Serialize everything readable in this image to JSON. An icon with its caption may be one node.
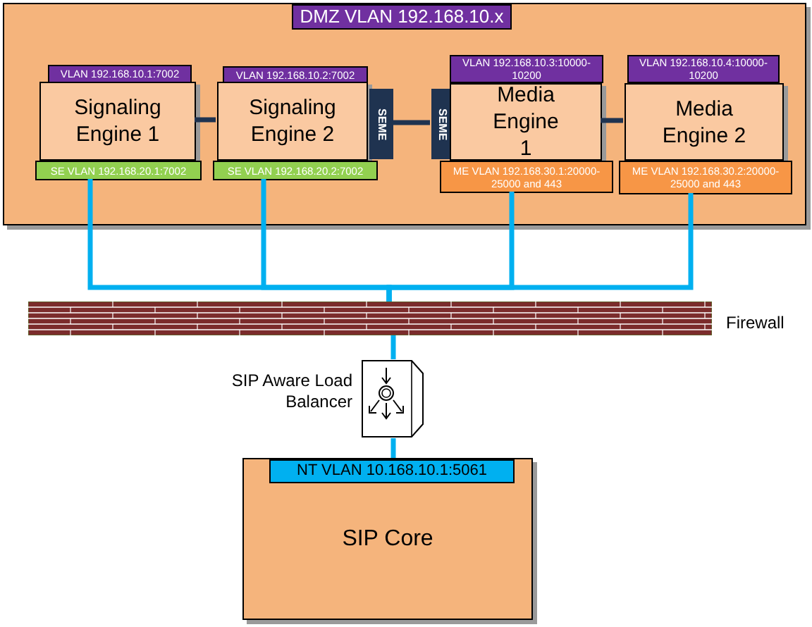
{
  "diagram": {
    "nodes": [
      {
        "text": [],
        "shape": "box"
      },
      {
        "text": [
          "DMZ VLAN 192.168.10.x"
        ],
        "in": 0
      },
      {
        "text": [
          "VLAN 192.168.10.1:7002"
        ],
        "in": 0
      },
      {
        "text": [
          "Signaling Engine 1"
        ],
        "in": 0
      },
      {
        "text": [
          "SE VLAN 192.168.20.1:7002"
        ],
        "in": 0
      },
      {
        "text": [
          "VLAN 192.168.10.2:7002"
        ],
        "in": 0
      },
      {
        "text": [
          "Signaling Engine 2"
        ],
        "in": 0
      },
      {
        "text": [
          "SE VLAN 192.168.20.2:7002"
        ],
        "in": 0
      },
      {
        "text": [
          "SEME"
        ],
        "in": 0
      },
      {
        "text": [
          "SEME"
        ],
        "in": 0
      },
      {
        "text": [
          "VLAN 192.168.10.3:10000-10200"
        ],
        "in": 0
      },
      {
        "text": [
          "Media Engine 1"
        ],
        "in": 0
      },
      {
        "text": [
          "ME VLAN 192.168.30.1:20000-25000 and 443"
        ],
        "in": 0
      },
      {
        "text": [
          "VLAN 192.168.10.4:10000-10200"
        ],
        "in": 0
      },
      {
        "text": [
          "Media Engine 2"
        ],
        "in": 0
      },
      {
        "text": [
          "ME VLAN 192.168.30.2:20000-25000 and 443"
        ],
        "in": 0
      },
      {
        "text": [],
        "shape": "bar",
        "beside": [
          "Firewall"
        ]
      },
      {
        "text": [],
        "shape": "box",
        "beside": [
          "SIP Aware Load Balancer"
        ]
      },
      {
        "text": [
          "SIP Core"
        ]
      },
      {
        "text": [
          "NT VLAN 10.168.10.1:5061"
        ],
        "in": 18
      }
    ],
    "edges": [
      {
        "from": 3,
        "to": 6,
        "arrow": "none",
        "color": "#1f3350"
      },
      {
        "from": 8,
        "to": 9,
        "arrow": "none",
        "color": "#1f3350"
      },
      {
        "from": 11,
        "to": 14,
        "arrow": "none",
        "color": "#1f3350"
      },
      {
        "from": 4,
        "to": 16,
        "arrow": "none"
      },
      {
        "from": 7,
        "to": 16,
        "arrow": "none"
      },
      {
        "from": 12,
        "to": 16,
        "arrow": "none"
      },
      {
        "from": 15,
        "to": 16,
        "arrow": "none"
      },
      {
        "from": 16,
        "to": 17,
        "arrow": "none"
      },
      {
        "from": 17,
        "to": 19,
        "arrow": "none"
      }
    ]
  }
}
